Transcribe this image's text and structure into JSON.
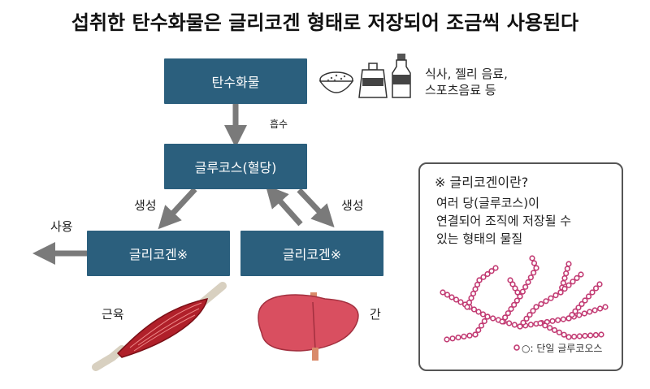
{
  "title": "섭취한 탄수화물은 글리코겐 형태로 저장되어 조금씩 사용된다",
  "food_desc": [
    "식사, 젤리 음료,",
    "스포츠음료 등"
  ],
  "boxes": {
    "carb": "탄수화물",
    "glucose": "글루코스(혈당)",
    "glycogen_muscle": "글리코겐※",
    "glycogen_liver": "글리코겐※"
  },
  "labels": {
    "absorb": "흡수",
    "gen_left": "생성",
    "gen_right": "생성",
    "use": "사용",
    "muscle": "근육",
    "liver": "간"
  },
  "panel": {
    "heading": "※ 글리코겐이란?",
    "lines": [
      "여러 당(글루코스)이",
      "연결되어 조직에 저장될 수",
      "있는 형태의 물질"
    ],
    "legend": "○: 단일 글루코오스"
  },
  "colors": {
    "box": "#2b5f7d",
    "arrow": "#7a7a7a",
    "glucose_dot": "#c23b73",
    "muscle": "#b0202a",
    "liver": "#d94f60"
  }
}
